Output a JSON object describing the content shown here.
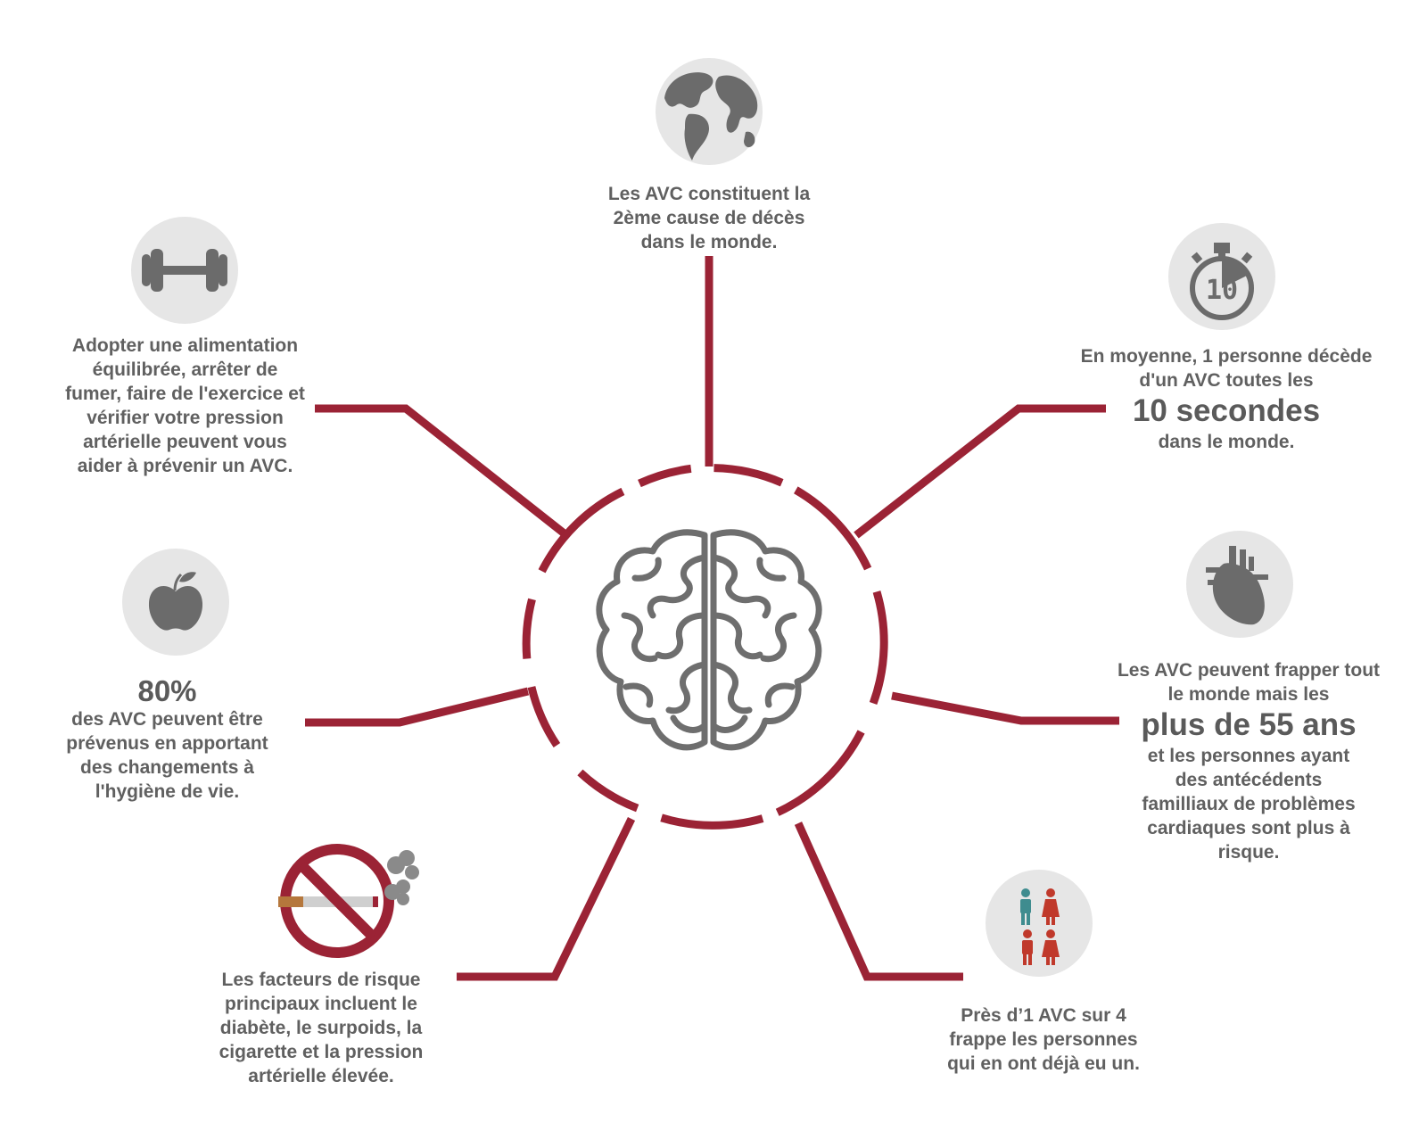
{
  "colors": {
    "accent": "#9b2335",
    "icon_circle": "#e6e6e6",
    "icon_gray": "#6b6b6b",
    "no_smoking_red": "#9b2335",
    "person_teal": "#3f8c8f",
    "person_red": "#c0392b",
    "text": "#606060"
  },
  "center": {
    "icon": "brain-icon"
  },
  "facts": {
    "world": {
      "icon": "globe-icon",
      "lines": [
        "Les AVC constituent la",
        "2ème cause de décès",
        "dans le monde."
      ]
    },
    "time": {
      "icon": "stopwatch-icon",
      "stopwatch_display": "10",
      "lines": [
        "En moyenne, 1 personne décède",
        "d'un AVC toutes les"
      ],
      "highlight": "10 secondes",
      "lines_after": [
        "dans le monde."
      ]
    },
    "heart": {
      "icon": "heart-icon",
      "lines": [
        "Les AVC peuvent frapper tout",
        "le monde mais les"
      ],
      "highlight": "plus de 55 ans",
      "lines_after": [
        "et les personnes ayant",
        "des antécédents",
        "familliaux de problèmes",
        "cardiaques sont plus à",
        "risque."
      ]
    },
    "recurrence": {
      "icon": "people-icon",
      "lines": [
        "Près d’1 AVC sur 4",
        "frappe les personnes",
        "qui en ont déjà eu un."
      ]
    },
    "risk": {
      "icon": "no-smoking-icon",
      "lines": [
        "Les facteurs de risque",
        "principaux incluent le",
        "diabète, le surpoids, la",
        "cigarette et la pression",
        "artérielle élevée."
      ]
    },
    "prevention": {
      "icon": "apple-icon",
      "highlight": "80%",
      "lines_after": [
        "des AVC peuvent être",
        "prévenus en apportant",
        "des changements à",
        "l'hygiène de vie."
      ]
    },
    "lifestyle": {
      "icon": "dumbbell-icon",
      "lines": [
        "Adopter une alimentation",
        "équilibrée, arrêter de",
        "fumer, faire de l'exercice et",
        "vérifier votre pression",
        "artérielle peuvent vous",
        "aider à prévenir un AVC."
      ]
    }
  }
}
